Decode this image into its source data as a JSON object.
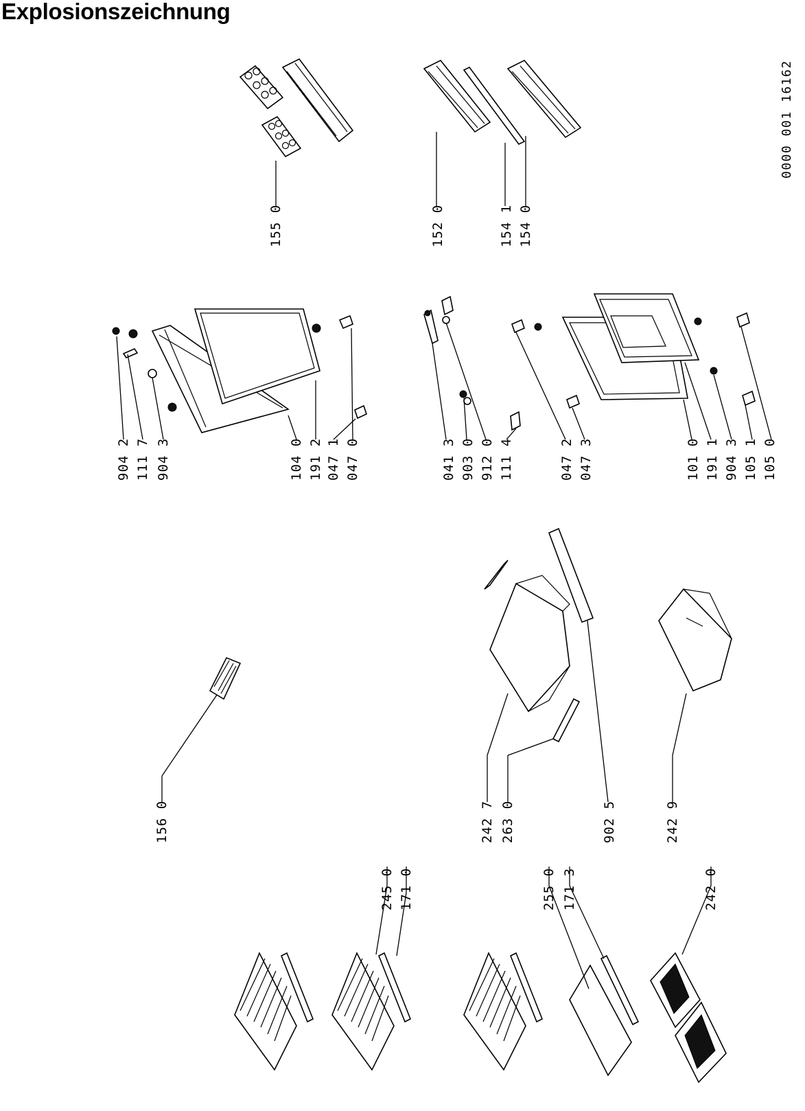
{
  "title": "Explosionszeichnung",
  "doc_id": "0000 001 16162",
  "labels": {
    "l1550": "155 0",
    "l1520": "152 0",
    "l1541": "154 1",
    "l1540": "154 0",
    "l9042": "904 2",
    "l1117": "111 7",
    "l9043a": "904 3",
    "l1040": "104 0",
    "l1912": "191 2",
    "l0471": "047 1",
    "l0470": "047 0",
    "l0413": "041 3",
    "l9030": "903 0",
    "l9120": "912 0",
    "l1114": "111 4",
    "l0472": "047 2",
    "l0473": "047 3",
    "l1010": "101 0",
    "l1911": "191 1",
    "l9043b": "904 3",
    "l1051": "105 1",
    "l1050": "105 0",
    "l1560": "156 0",
    "l2450": "245 0",
    "l1710": "171 0",
    "l2427": "242 7",
    "l2630": "263 0",
    "l2550": "255 0",
    "l1713": "171 3",
    "l9025": "902 5",
    "l2429": "242 9",
    "l2420": "242 0"
  }
}
